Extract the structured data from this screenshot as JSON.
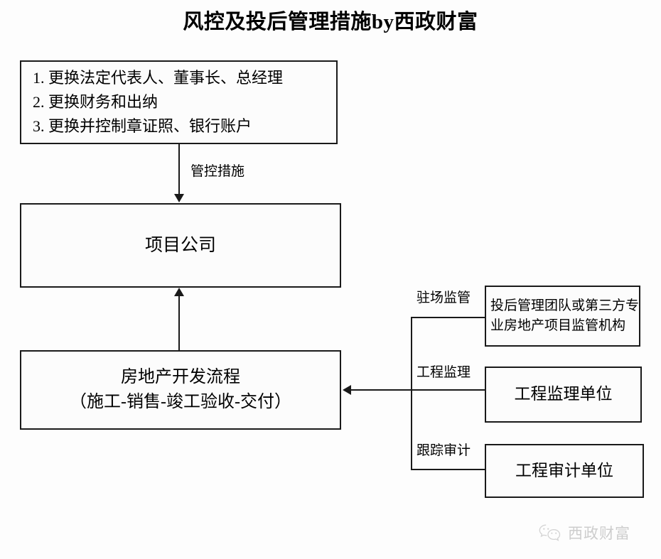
{
  "title": "风控及投后管理措施by西政财富",
  "nodes": {
    "measures": {
      "label": "1. 更换法定代表人、董事长、总经理\n2. 更换财务和出纳\n3. 更换并控制章证照、银行账户"
    },
    "project_company": {
      "label": "项目公司"
    },
    "development": {
      "label": "房地产开发流程\n（施工-销售-竣工验收-交付）"
    },
    "supervision_team": {
      "label": "投后管理团队或第三方专业房地产项目监管机构"
    },
    "engineering_supervision": {
      "label": "工程监理单位"
    },
    "engineering_audit": {
      "label": "工程审计单位"
    }
  },
  "edges": {
    "control_measures": "管控措施",
    "onsite_supervision": "驻场监管",
    "engineering_supervision": "工程监理",
    "tracking_audit": "跟踪审计"
  },
  "watermark": {
    "icon": "wechat-icon",
    "text": "西政财富"
  },
  "colors": {
    "line": "#1a1a1a",
    "box_fill": "#fcfcfc",
    "background": "#fdfdfd",
    "watermark_text": "#8d8d8d"
  }
}
